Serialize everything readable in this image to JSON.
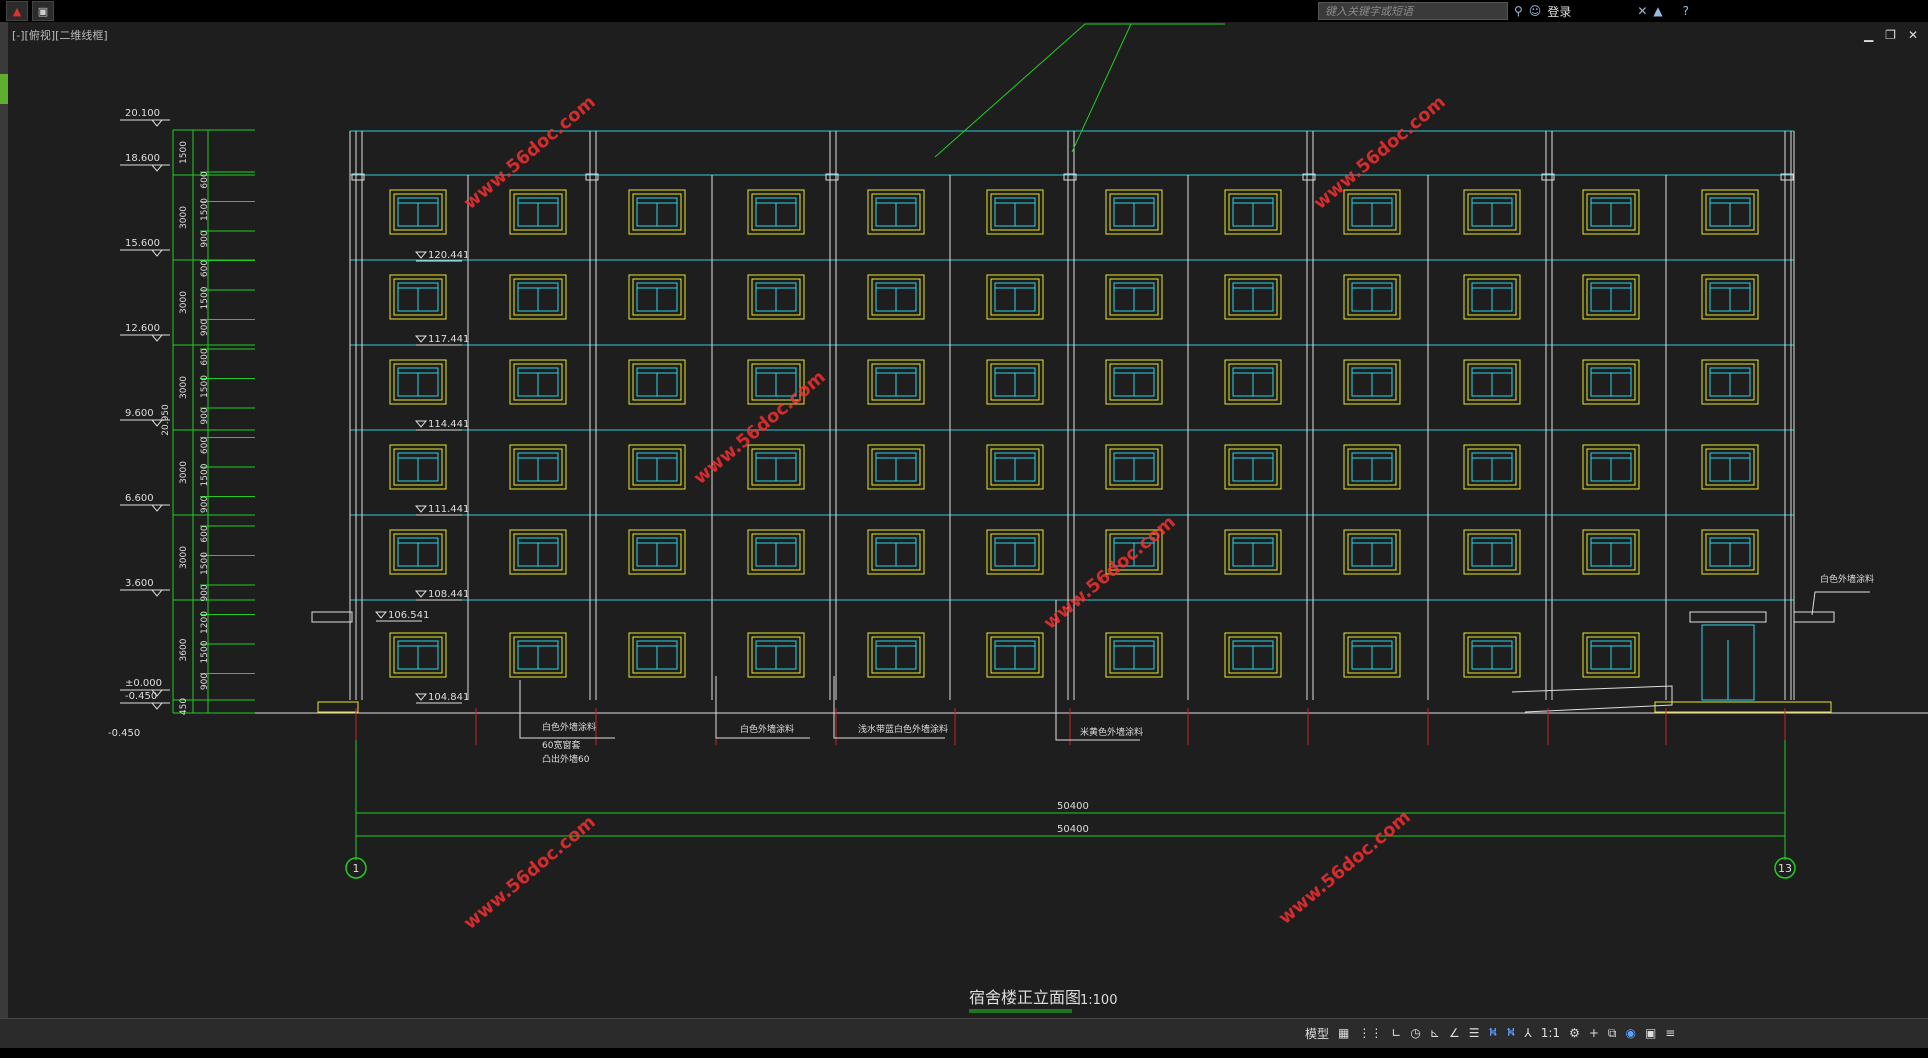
{
  "app": {
    "search_placeholder": "键入关键字或短语",
    "login_label": "登录",
    "view_label": "[-][俯视][二维线框]",
    "status": {
      "model_label": "模型",
      "scale_label": "1:1"
    }
  },
  "drawing": {
    "title": "宿舍楼正立面图",
    "scale": "1:100",
    "dim_total_1": "50400",
    "dim_total_2": "50400",
    "axis_left": "1",
    "axis_right": "13",
    "total_height_label": "20.950",
    "ground_label": "-0.450",
    "elevations": [
      "20.100",
      "18.600",
      "15.600",
      "12.600",
      "9.600",
      "6.600",
      "3.600",
      "±0.000",
      "-0.450"
    ],
    "segment_labels": [
      "1500",
      "3000",
      "3000",
      "3000",
      "3000",
      "3000",
      "3600",
      "450"
    ],
    "sub_segments": [
      "600",
      "1500",
      "900",
      "600",
      "1500",
      "900",
      "600",
      "1500",
      "900",
      "600",
      "1500",
      "900",
      "600",
      "1500",
      "900",
      "1200",
      "1500",
      "900"
    ],
    "window_levels": [
      "120.441",
      "117.441",
      "114.441",
      "111.441",
      "108.441",
      "106.541",
      "104.841"
    ],
    "notes": [
      "白色外墙涂料",
      "60宽窗套",
      "凸出外墙60",
      "白色外墙涂料",
      "浅水带蓝白色外墙涂料",
      "米黄色外墙涂料",
      "白色外墙涂料"
    ],
    "watermark": "www.56doc.com"
  },
  "colors": {
    "window_outer": "#e6e62a",
    "window_inner": "#2ad4e6",
    "floor_line": "#33c7d4",
    "dim_green": "#22cc22",
    "white_line": "#dddddd",
    "marker_red": "#cc2222",
    "watermark_red": "#ff3030"
  }
}
